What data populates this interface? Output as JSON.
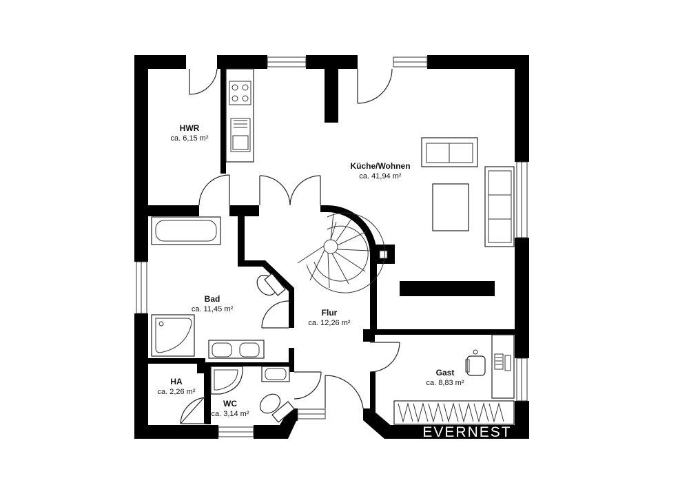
{
  "rooms": [
    {
      "id": "hwr",
      "name": "HWR",
      "area": "ca. 6,15 m²"
    },
    {
      "id": "kueche",
      "name": "Küche/Wohnen",
      "area": "ca. 41,94 m²"
    },
    {
      "id": "bad",
      "name": "Bad",
      "area": "ca. 11,45 m²"
    },
    {
      "id": "flur",
      "name": "Flur",
      "area": "ca. 12,26 m²"
    },
    {
      "id": "gast",
      "name": "Gast",
      "area": "ca. 8,83 m²"
    },
    {
      "id": "ha",
      "name": "HA",
      "area": "ca. 2,26 m²"
    },
    {
      "id": "wc",
      "name": "WC",
      "area": "ca. 3,14 m²"
    }
  ],
  "brand": {
    "logo_text": "EVERNEST"
  }
}
